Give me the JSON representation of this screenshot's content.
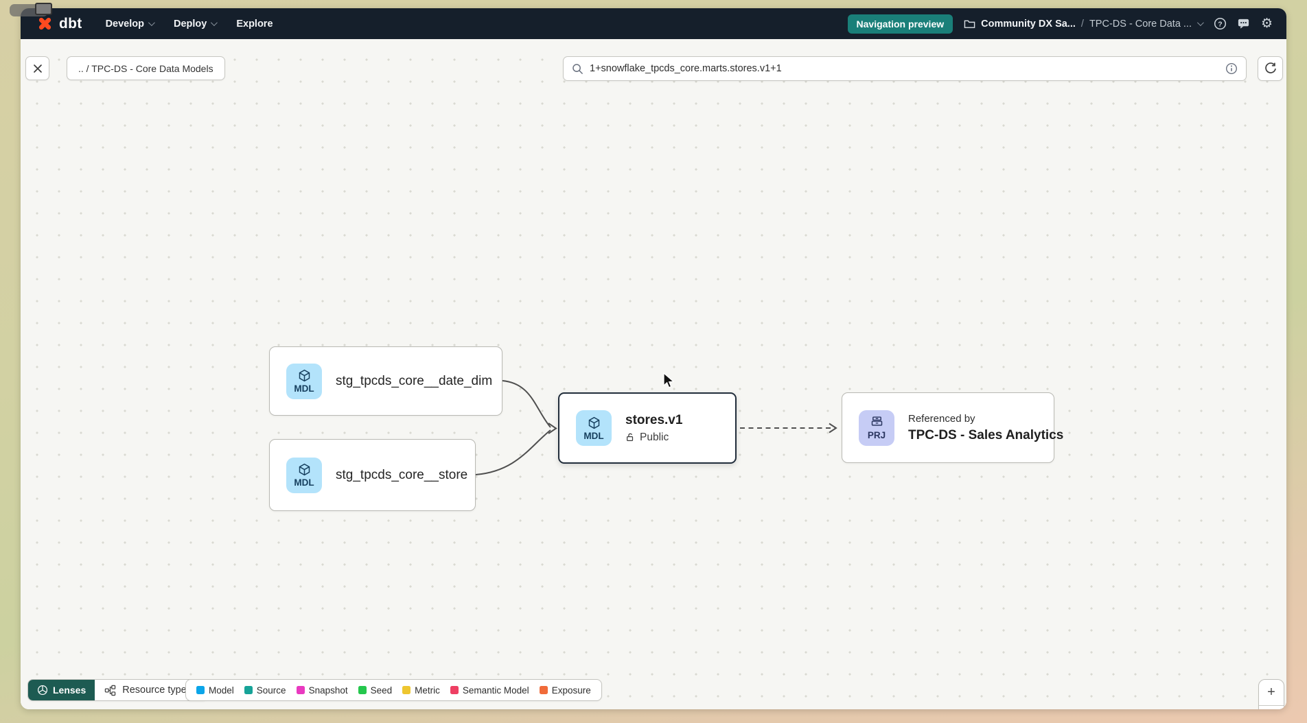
{
  "navbar": {
    "logo_text": "dbt",
    "menu": [
      {
        "label": "Develop"
      },
      {
        "label": "Deploy"
      },
      {
        "label": "Explore"
      }
    ],
    "preview_badge": "Navigation preview",
    "breadcrumb": {
      "project": "Community DX Sa...",
      "separator": "/",
      "section": "TPC-DS - Core Data ..."
    },
    "colors": {
      "bar_bg": "#151f2b",
      "badge_bg": "#1a7f79",
      "logo_orange": "#ff4a1f"
    }
  },
  "toolbar": {
    "breadcrumb_chip": ".. / TPC-DS - Core Data Models",
    "search": {
      "value": "1+snowflake_tpcds_core.marts.stores.v1+1"
    }
  },
  "graph": {
    "nodes": [
      {
        "badge": "MDL",
        "label": "stg_tpcds_core__date_dim"
      },
      {
        "badge": "MDL",
        "label": "stg_tpcds_core__store"
      },
      {
        "badge": "MDL",
        "label": "stores.v1",
        "access": "Public",
        "selected": true
      },
      {
        "badge": "PRJ",
        "subtitle": "Referenced by",
        "label": "TPC-DS - Sales Analytics"
      }
    ],
    "badge_colors": {
      "model_bg": "#b3e3fb",
      "project_bg": "#c6ccf5"
    }
  },
  "footer": {
    "lenses_label": "Lenses",
    "resource_type_label": "Resource type",
    "lenses_bg": "#1d5b52",
    "legend": [
      {
        "label": "Model",
        "color": "#0ba5e9"
      },
      {
        "label": "Source",
        "color": "#17a398"
      },
      {
        "label": "Snapshot",
        "color": "#e93ac0"
      },
      {
        "label": "Seed",
        "color": "#25c74d"
      },
      {
        "label": "Metric",
        "color": "#eec630"
      },
      {
        "label": "Semantic Model",
        "color": "#ee3f63"
      },
      {
        "label": "Exposure",
        "color": "#f06b3a"
      }
    ]
  },
  "zoom_controls": {
    "zoom_in": "+",
    "zoom_out": "−"
  }
}
